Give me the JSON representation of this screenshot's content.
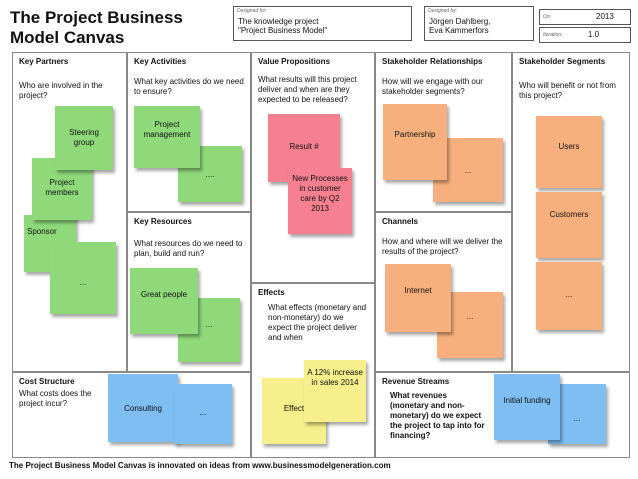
{
  "header": {
    "title": "The Project Business Model Canvas",
    "designed_for": {
      "tag": "Designed for:",
      "value": "The knowledge project\n\"Project Business Model\""
    },
    "designed_by": {
      "tag": "Designed by:",
      "value": "Jörgen Dahlberg,\nEva Kammerfors"
    },
    "on": {
      "tag": "On:",
      "value": "2013"
    },
    "iteration": {
      "tag": "Iteration:",
      "value": "1.0"
    }
  },
  "sections": {
    "key_partners": {
      "title": "Key Partners",
      "question": "Who are involved in the project?"
    },
    "key_activities": {
      "title": "Key Activities",
      "question": "What key activities do we need to ensure?"
    },
    "value_propositions": {
      "title": "Value Propositions",
      "question": "What results will this project deliver and when are they expected to be released?"
    },
    "stakeholder_relationships": {
      "title": "Stakeholder Relationships",
      "question": "How will we engage with our stakeholder segments?"
    },
    "stakeholder_segments": {
      "title": "Stakeholder Segments",
      "question": "Who will benefit or not from this project?"
    },
    "key_resources": {
      "title": "Key Resources",
      "question": "What resources do we need to plan, build and run?"
    },
    "channels": {
      "title": "Channels",
      "question": "How and where will we deliver the results of the project?"
    },
    "effects": {
      "title": "Effects",
      "question": "What effects (monetary and non-monetary) do we expect the project deliver and when"
    },
    "cost_structure": {
      "title": "Cost Structure",
      "question": "What costs does the project incur?"
    },
    "revenue_streams": {
      "title": "Revenue Streams",
      "question": "What revenues (monetary and non-monetary) do we expect the project to tap into for financing?"
    }
  },
  "notes": {
    "steering_group": "Steering group",
    "project_members": "Project members",
    "sponsor": "Sponsor",
    "partners_more": "...",
    "project_management": "Project management",
    "activities_more": "....",
    "great_people": "Great people",
    "resources_more": "...",
    "result": "Result #",
    "new_processes": "New Processes in customer care by Q2 2013",
    "partnership": "Partnership",
    "relationships_more": "...",
    "internet": "Internet",
    "channels_more": "...",
    "users": "Users",
    "customers": "Customers",
    "segments_more": "...",
    "effect": "Effect",
    "increase": "A 12% increase in sales 2014",
    "consulting": "Consulting",
    "cost_more": "...",
    "initial_funding": "Initial funding",
    "revenue_more": "..."
  },
  "footer": "The Project Business Model Canvas is innovated on ideas from www.businessmodelgeneration.com",
  "colors": {
    "green": "#8fd97a",
    "pink": "#f6808f",
    "orange": "#f7b07d",
    "blue": "#7fbef2",
    "yellow": "#f7ef8c"
  }
}
